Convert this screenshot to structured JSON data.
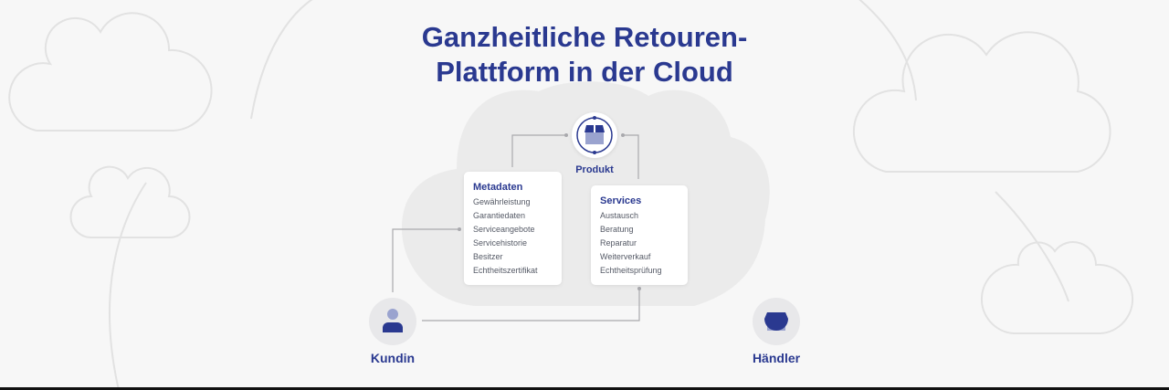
{
  "title": {
    "line1": "Ganzheitliche Retouren-",
    "line2": "Plattform in der Cloud"
  },
  "product": {
    "label": "Produkt"
  },
  "metadaten": {
    "heading": "Metadaten",
    "items": [
      "Gewährleistung",
      "Garantiedaten",
      "Serviceangebote",
      "Servicehistorie",
      "Besitzer",
      "Echtheitszertifikat"
    ]
  },
  "services": {
    "heading": "Services",
    "items": [
      "Austausch",
      "Beratung",
      "Reparatur",
      "Weiterverkauf",
      "Echtheitsprüfung"
    ]
  },
  "kundin": {
    "label": "Kundin"
  },
  "haendler": {
    "label": "Händler"
  },
  "colors": {
    "accent": "#2a3990",
    "light": "#9aa3cf",
    "bg": "#f7f7f7"
  }
}
